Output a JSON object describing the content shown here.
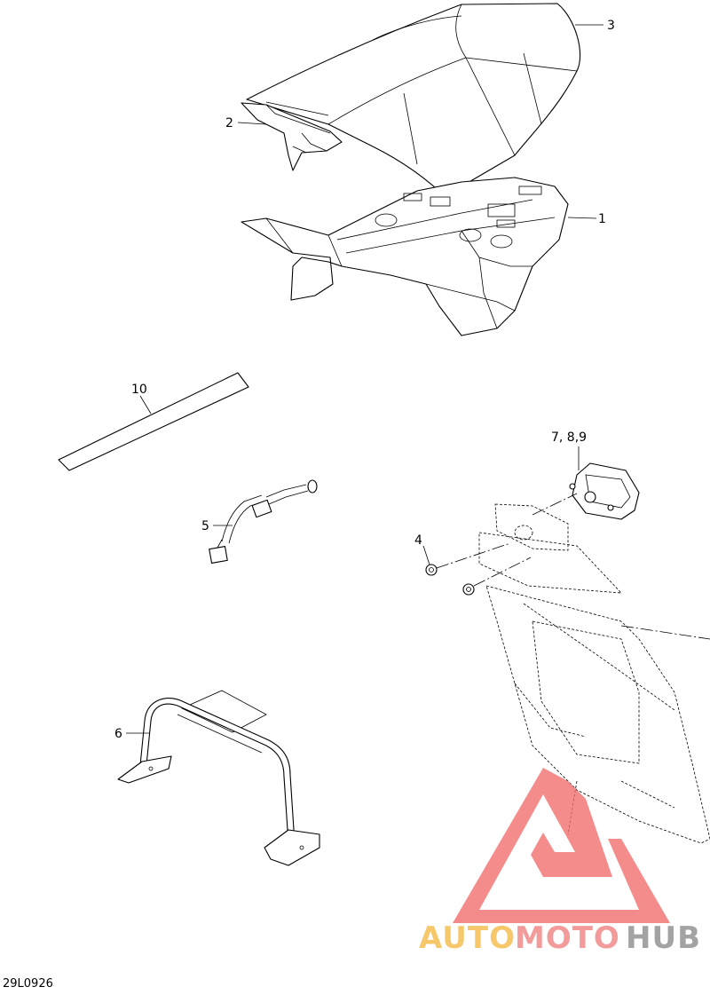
{
  "diagram_code": "29L0926",
  "callouts": {
    "c1": "1",
    "c2": "2",
    "c3": "3",
    "c4": "4",
    "c5": "5",
    "c6": "6",
    "c789": "7, 8,9",
    "c10": "10"
  },
  "watermark": {
    "part1": "AUTO",
    "part2": "MOTO",
    "part3": "HUB",
    "colors": {
      "auto": "#f5b942",
      "moto": "#f08080",
      "hub": "#8a8a8a",
      "triangle": "#f26b6b"
    }
  }
}
